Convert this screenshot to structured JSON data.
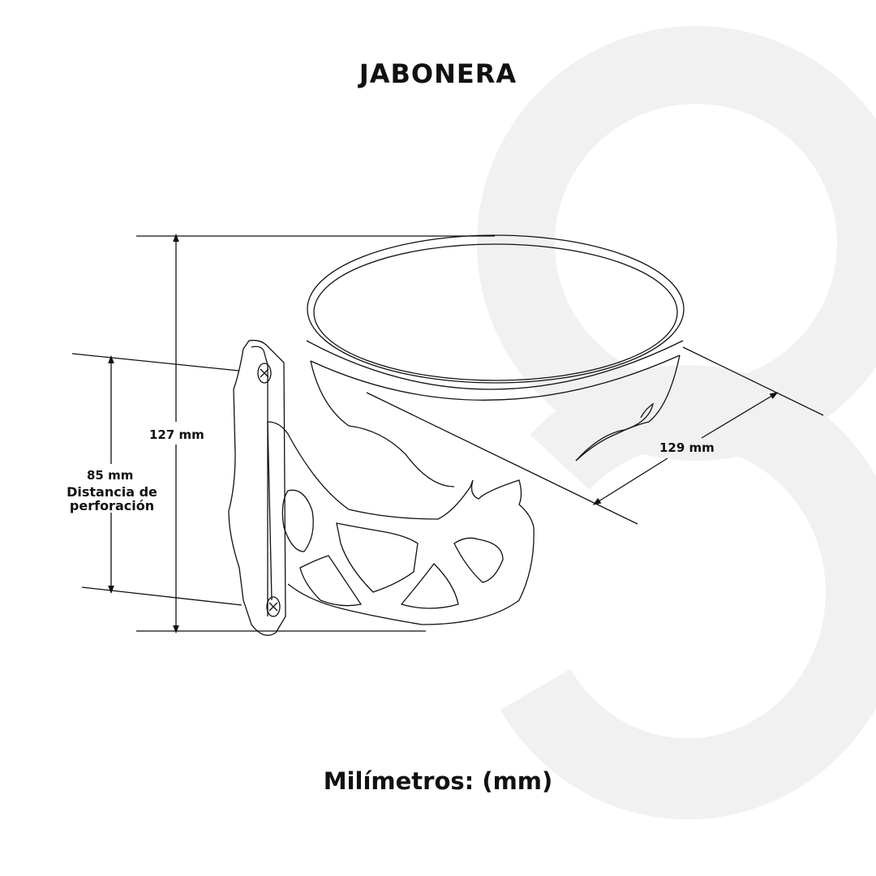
{
  "title": "JABONERA",
  "footer": "Milímetros: (mm)",
  "dimensions": {
    "height_total": "127 mm",
    "hole_distance_value": "85 mm",
    "hole_distance_label_line1": "Distancia de",
    "hole_distance_label_line2": "perforación",
    "depth": "129 mm"
  },
  "colors": {
    "background": "#ffffff",
    "watermark": "#f1f1f1",
    "line": "#111111"
  },
  "icons": {
    "watermark": "numeral-8-watermark-icon",
    "screw": "screw-head-icon"
  }
}
